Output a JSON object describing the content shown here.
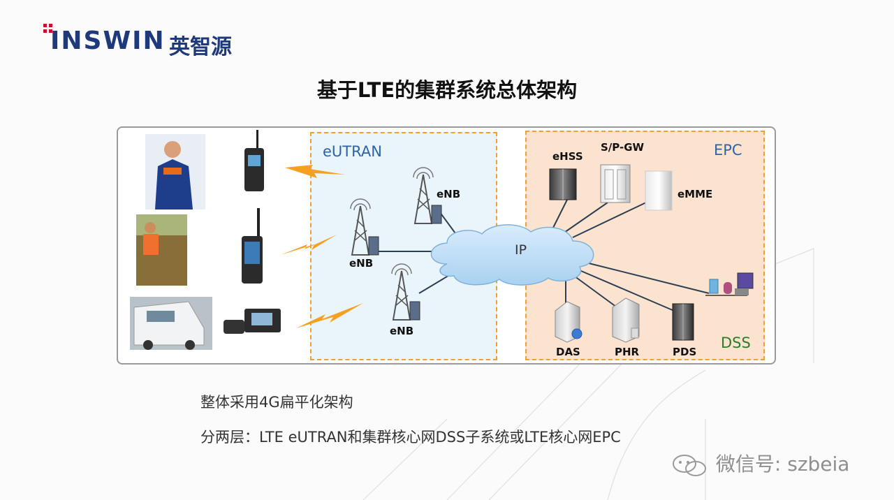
{
  "logo": {
    "brand_en": "INSWIN",
    "brand_cn": "英智源"
  },
  "title": "基于LTE的集群系统总体架构",
  "diagram": {
    "eutran_label": "eUTRAN",
    "epc_label": "EPC",
    "dss_label": "DSS",
    "ip_label": "IP",
    "enb_labels": [
      "eNB",
      "eNB",
      "eNB"
    ],
    "epc_nodes": [
      "eHSS",
      "S/P-GW",
      "eMME"
    ],
    "dss_nodes": [
      "DAS",
      "PHR",
      "PDS"
    ]
  },
  "bullets": [
    "整体采用4G扁平化架构",
    "分两层：LTE eUTRAN和集群核心网DSS子系统或LTE核心网EPC"
  ],
  "watermark": "微信号: szbeia",
  "colors": {
    "accent": "#f0a030",
    "brand": "#1f3a7a",
    "logo_red": "#c8102e"
  }
}
